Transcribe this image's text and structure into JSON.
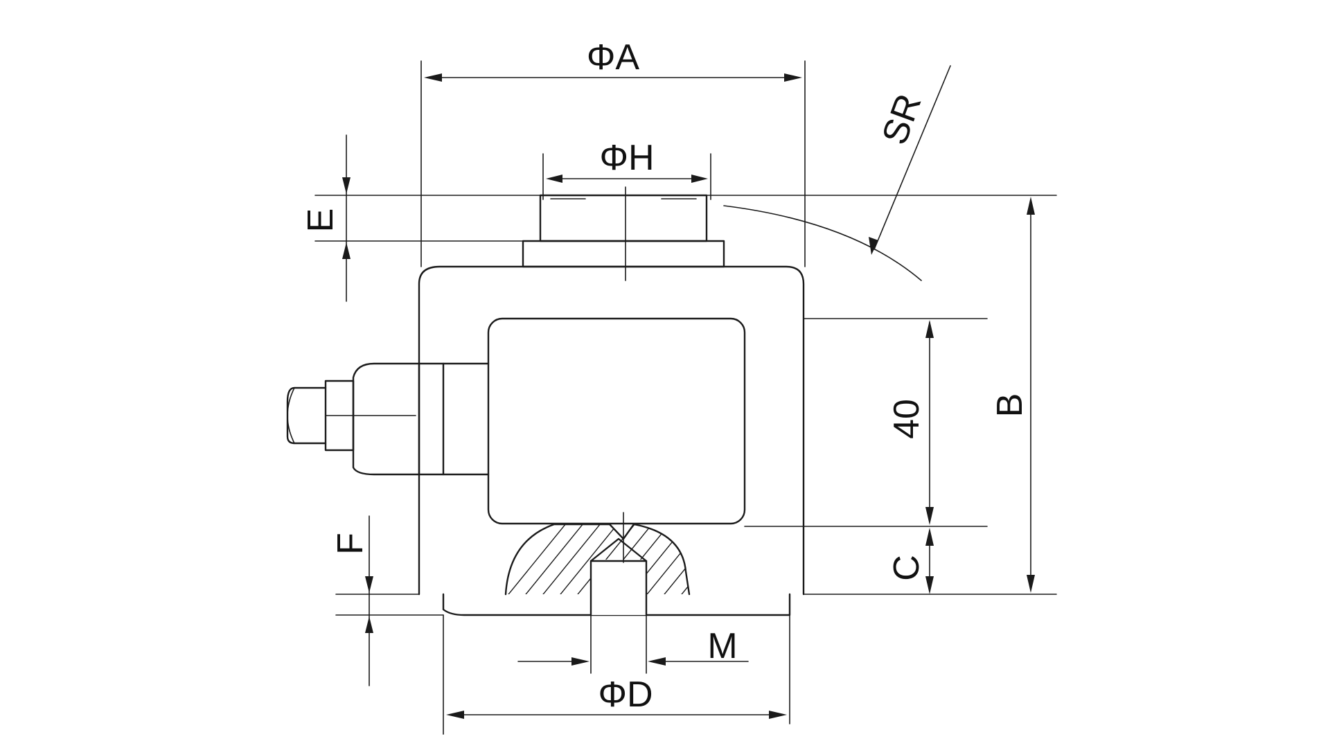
{
  "labels": {
    "phi_a": "ΦA",
    "phi_h": "ΦH",
    "sr": "SR",
    "e": "E",
    "b": "B",
    "forty": "40",
    "c": "C",
    "f": "F",
    "m": "M",
    "phi_d": "ΦD"
  },
  "colors": {
    "line": "#1a1a1a",
    "background": "#ffffff"
  }
}
